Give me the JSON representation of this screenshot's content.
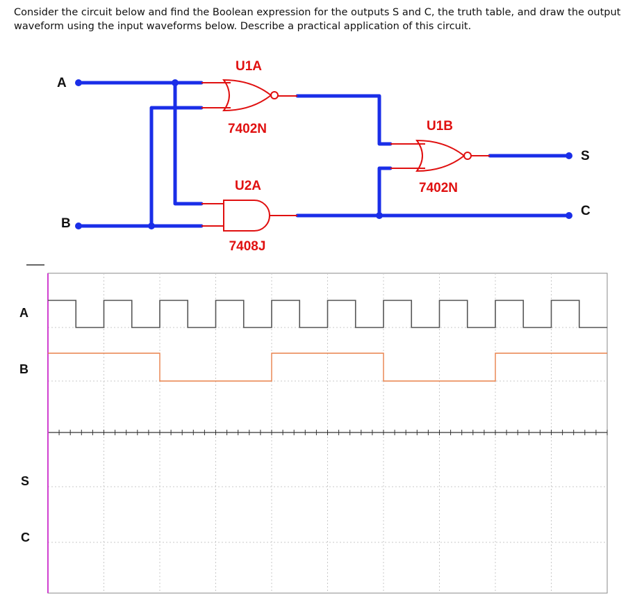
{
  "question": "Consider the circuit below and find the Boolean expression for the outputs S and C, the truth table, and draw the output waveform using the input waveforms below. Describe a practical application of this circuit.",
  "circuit": {
    "inputs": [
      "A",
      "B"
    ],
    "outputs": [
      "S",
      "C"
    ],
    "gates": [
      {
        "ref": "U1A",
        "part": "7402N",
        "type": "NOR"
      },
      {
        "ref": "U1B",
        "part": "7402N",
        "type": "NOR"
      },
      {
        "ref": "U2A",
        "part": "7408J",
        "type": "AND"
      }
    ],
    "colors": {
      "wire": "#1a2ee8",
      "gate": "#e01010",
      "node": "#1a2ee8"
    }
  },
  "waveforms": {
    "channels": [
      {
        "name": "A",
        "color": "#555555",
        "levels": [
          1,
          0,
          1,
          0,
          1,
          0,
          1,
          0,
          1,
          0,
          1,
          0,
          1,
          0,
          1,
          0,
          1,
          0,
          1,
          0
        ]
      },
      {
        "name": "B",
        "color": "#e8804a",
        "levels": [
          1,
          1,
          1,
          1,
          0,
          0,
          0,
          0,
          1,
          1,
          1,
          1,
          0,
          0,
          0,
          0,
          1,
          1,
          1,
          1
        ]
      },
      {
        "name": "S",
        "color": "#555555",
        "levels": []
      },
      {
        "name": "C",
        "color": "#555555",
        "levels": []
      }
    ],
    "grid_divisions": 10,
    "colors": {
      "grid": "#c8c8c8",
      "border": "#888888",
      "marker": "#d040d0"
    }
  }
}
